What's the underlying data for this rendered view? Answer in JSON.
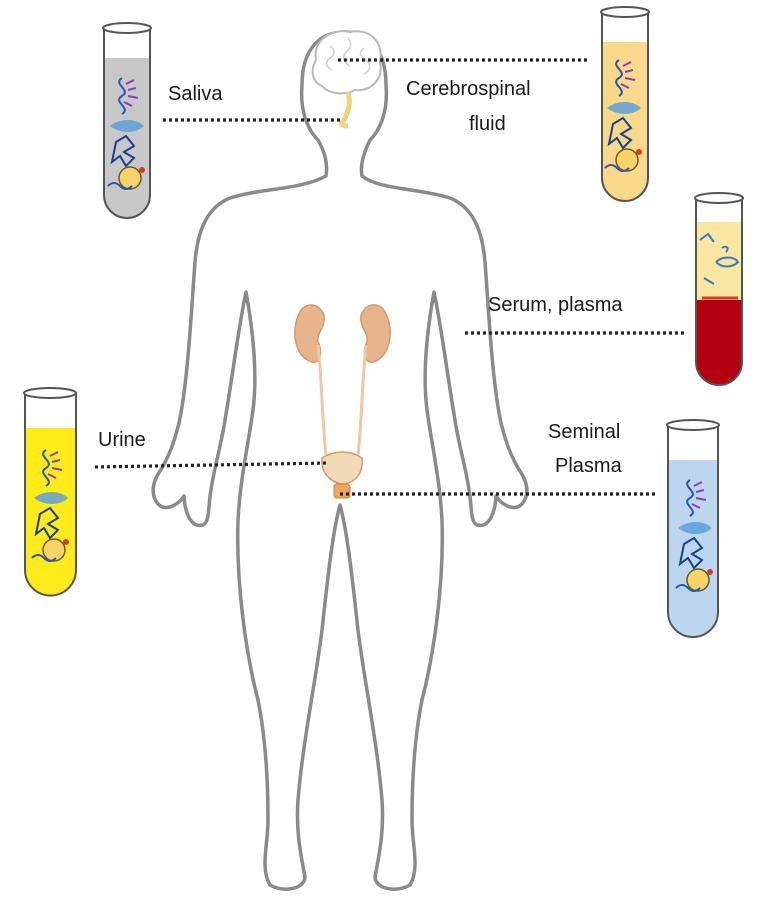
{
  "labels": {
    "saliva": "Saliva",
    "csf_line1": "Cerebrospinal",
    "csf_line2": "fluid",
    "serum": "Serum, plasma",
    "urine": "Urine",
    "seminal_line1": "Seminal",
    "seminal_line2": "Plasma"
  },
  "colors": {
    "body_outline": "#8a8a8a",
    "leader_line": "#222222",
    "organ": "#e8b48c",
    "organ_stroke": "#d19a70",
    "tube_saliva": "#c8c8c8",
    "tube_csf": "#f8d98a",
    "tube_serum_top": "#f9e6a0",
    "tube_serum_bottom": "#b5000f",
    "tube_urine": "#ffea1a",
    "tube_seminal": "#bcd6ef"
  },
  "icons": [
    "brain-icon",
    "kidney-icon",
    "bladder-icon",
    "test-tube-icon",
    "dna-helix-icon",
    "rna-strand-icon",
    "protein-icon",
    "cell-icon"
  ]
}
